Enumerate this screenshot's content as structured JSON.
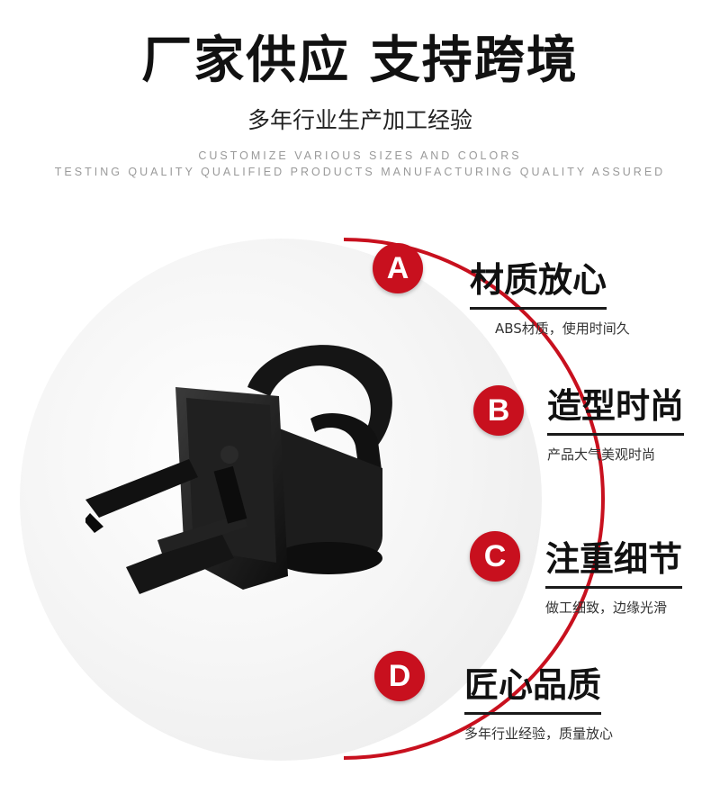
{
  "header": {
    "title": "厂家供应 支持跨境",
    "subtitle": "多年行业生产加工经验",
    "english_line1": "CUSTOMIZE VARIOUS SIZES AND COLORS",
    "english_line2": "TESTING QUALITY QUALIFIED PRODUCTS MANUFACTURING QUALITY ASSURED"
  },
  "colors": {
    "accent": "#c8101e",
    "text": "#111111",
    "muted": "#9a9a9a"
  },
  "features": [
    {
      "badge": "A",
      "title": "材质放心",
      "desc": "ABS材质，使用时间久"
    },
    {
      "badge": "B",
      "title": "造型时尚",
      "desc": "产品大气美观时尚"
    },
    {
      "badge": "C",
      "title": "注重细节",
      "desc": "做工细致，边缘光滑"
    },
    {
      "badge": "D",
      "title": "匠心品质",
      "desc": "多年行业经验，质量放心"
    }
  ],
  "product": {
    "icon": "car-vent-cup-holder-icon"
  }
}
